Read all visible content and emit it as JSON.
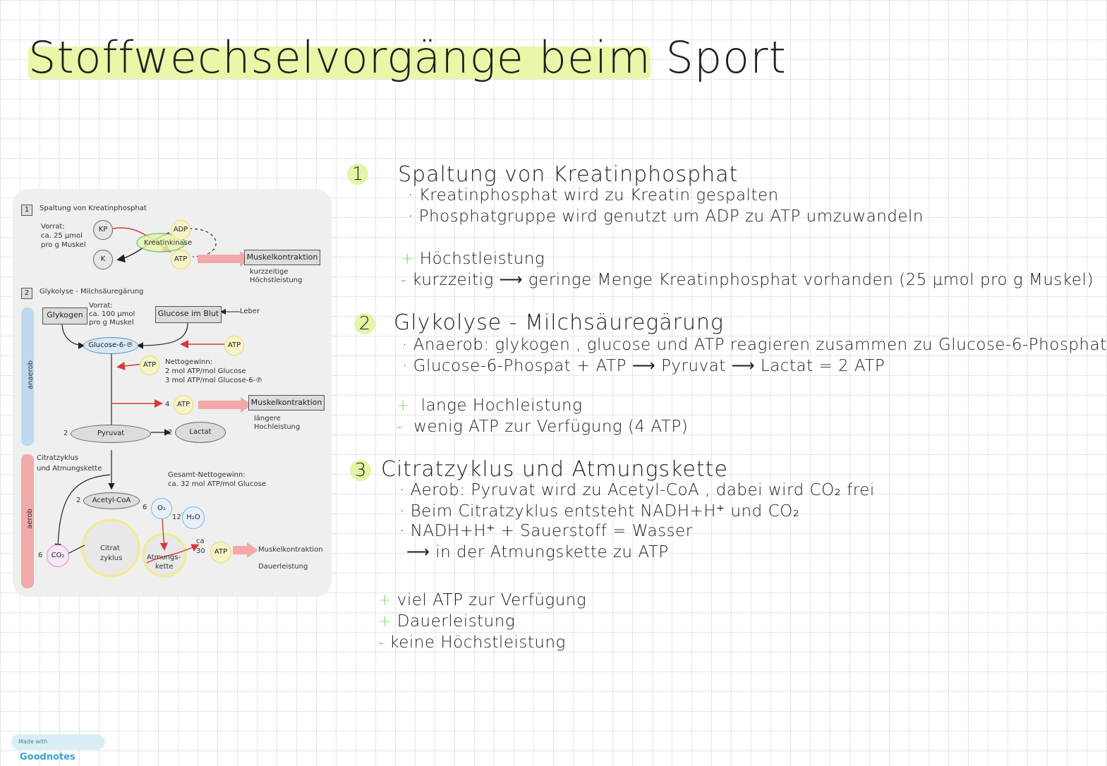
{
  "title": "Stoffwechselvorgänge beim Sport",
  "sections": [
    {
      "number": "1",
      "heading": "Spaltung von Kreatinphosphat",
      "bullets": [
        "Kreatinphosphat wird zu Kreatin gespalten",
        "Phosphatgruppe wird genutzt um ADP zu ATP umzuwandeln"
      ],
      "pros": [
        "Höchstleistung"
      ],
      "cons": [
        "kurzzeitig ⟶ geringe Menge Kreatinphosphat vorhanden (25 µmol pro g Muskel)"
      ]
    },
    {
      "number": "2",
      "heading": "Glykolyse - Milchsäuregärung",
      "bullets": [
        "Anaerob: glykogen , glucose und ATP reagieren zusammen zu Glucose-6-Phosphat",
        "Glucose-6-Phospat + ATP ⟶ Pyruvat ⟶ Lactat = 2 ATP"
      ],
      "pros": [
        "lange Hochleistung"
      ],
      "cons": [
        "wenig ATP zur Verfügung (4 ATP)"
      ]
    },
    {
      "number": "3",
      "heading": "Citratzyklus und Atmungskette",
      "bullets": [
        "Aerob: Pyruvat wird zu Acetyl-CoA , dabei wird CO₂ frei",
        "Beim Citratzyklus entsteht NADH+H⁺ und CO₂",
        "NADH+H⁺ + Sauerstoff = Wasser",
        "⟶ in der Atmungskette zu ATP"
      ],
      "pros": [
        "viel ATP zur Verfügung",
        "Dauerleistung"
      ],
      "cons": [
        "keine Höchstleistung"
      ]
    }
  ],
  "diagram": {
    "s1_num": "1",
    "s1_title": "Spaltung von Kreatinphosphat",
    "vorrat1": "Vorrat:",
    "vorrat1b": "ca. 25 µmol",
    "vorrat1c": "pro g Muskel",
    "kp": "KP",
    "k": "K",
    "adp": "ADP",
    "kreatinkinase": "Kreatinkinase",
    "atp": "ATP",
    "muskel1": "Muskelkontraktion",
    "muskel1_sub1": "kurzzeitige",
    "muskel1_sub2": "Höchstleistung",
    "s2_num": "2",
    "s2_title": "Glykolyse - Milchsäuregärung",
    "glykogen": "Glykogen",
    "vorrat2": "Vorrat:",
    "vorrat2b": "ca. 100 µmol",
    "vorrat2c": "pro g Muskel",
    "glucose_blut": "Glucose im Blut",
    "leber": "Leber",
    "glucose6p": "Glucose-6-℗",
    "atp_b": "ATP",
    "atp_c": "ATP",
    "netto1": "Nettogewinn:",
    "netto2": "2 mol ATP/mol Glucose",
    "netto3": "3 mol ATP/mol Glucose-6-℗",
    "four": "4",
    "atp_d": "ATP",
    "muskel2": "Muskelkontraktion",
    "muskel2_sub1": "längere",
    "muskel2_sub2": "Hochleistung",
    "two_a": "2",
    "pyruvat": "Pyruvat",
    "two_b": "2",
    "lactat": "Lactat",
    "anaerob": "anaerob",
    "citrat_label1": "Citratzyklus",
    "citrat_label2": "und Atmungskette",
    "gesamt1": "Gesamt-Nettogewinn:",
    "gesamt2": "ca. 32 mol ATP/mol Glucose",
    "two_c": "2",
    "acetyl": "Acetyl-CoA",
    "six_a": "6",
    "o2": "O₂",
    "twelve": "12",
    "h2o": "H₂O",
    "aerob": "aerob",
    "six_b": "6",
    "co2": "CO₂",
    "citrat1": "Citrat",
    "citrat2": "zyklus",
    "atmung1": "Atmungs-",
    "atmung2": "kette",
    "ca": "ca",
    "thirty": "30",
    "atp_e": "ATP",
    "muskel3": "Muskelkontraktion",
    "muskel3_sub": "Dauerleistung"
  },
  "footer": {
    "made_with": "Made with",
    "brand": "Goodnotes"
  }
}
